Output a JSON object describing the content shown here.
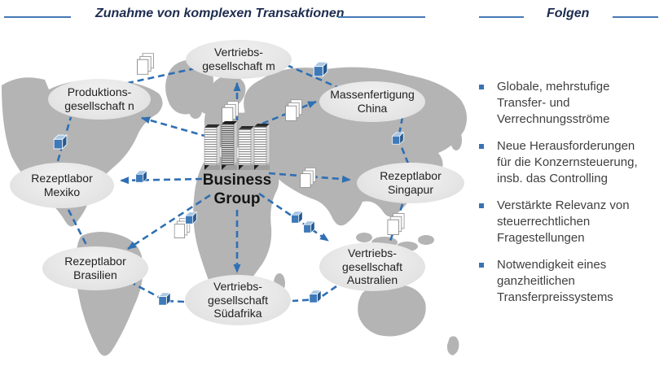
{
  "header": {
    "left_title": "Zunahme von komplexen Transaktionen",
    "right_title": "Folgen"
  },
  "diagram": {
    "center": {
      "label": "Business\nGroup"
    },
    "nodes": [
      {
        "id": "vertriebsgesellschaft-m",
        "label": "Vertriebs-\ngesellschaft m"
      },
      {
        "id": "produktionsgesellschaft-n",
        "label": "Produktions-\ngesellschaft n"
      },
      {
        "id": "massenfertigung-china",
        "label": "Massenfertigung\nChina"
      },
      {
        "id": "rezeptlabor-mexiko",
        "label": "Rezeptlabor\nMexiko"
      },
      {
        "id": "rezeptlabor-singapur",
        "label": "Rezeptlabor\nSingapur"
      },
      {
        "id": "rezeptlabor-brasilien",
        "label": "Rezeptlabor\nBrasilien"
      },
      {
        "id": "vertriebsgesellschaft-suedafrika",
        "label": "Vertriebs-\ngesellschaft\nSüdafrika"
      },
      {
        "id": "vertriebsgesellschaft-australien",
        "label": "Vertriebs-\ngesellschaft\nAustralien"
      }
    ],
    "icon_legend": {
      "cube": "goods-transaction-cube-icon",
      "document": "document-stack-icon",
      "buildings": "headquarters-buildings-icon"
    }
  },
  "folgen": {
    "items": [
      "Globale, mehrstufige\nTransfer- und\nVerrechnungsströme",
      "Neue Herausforderungen\nfür die Konzernsteuerung,\ninsb. das Controlling",
      "Verstärkte Relevanz von\nsteuerrechtlichen\nFragestellungen",
      "Notwendigkeit eines\nganzheitlichen\nTransferpreissystems"
    ]
  },
  "colors": {
    "accent_blue": "#2f6fb3",
    "map_gray": "#b4b4b4",
    "ellipse_gray": "#e8e8e8",
    "title_navy": "#1d2c4f",
    "bullet_text": "#3f3f3f"
  }
}
